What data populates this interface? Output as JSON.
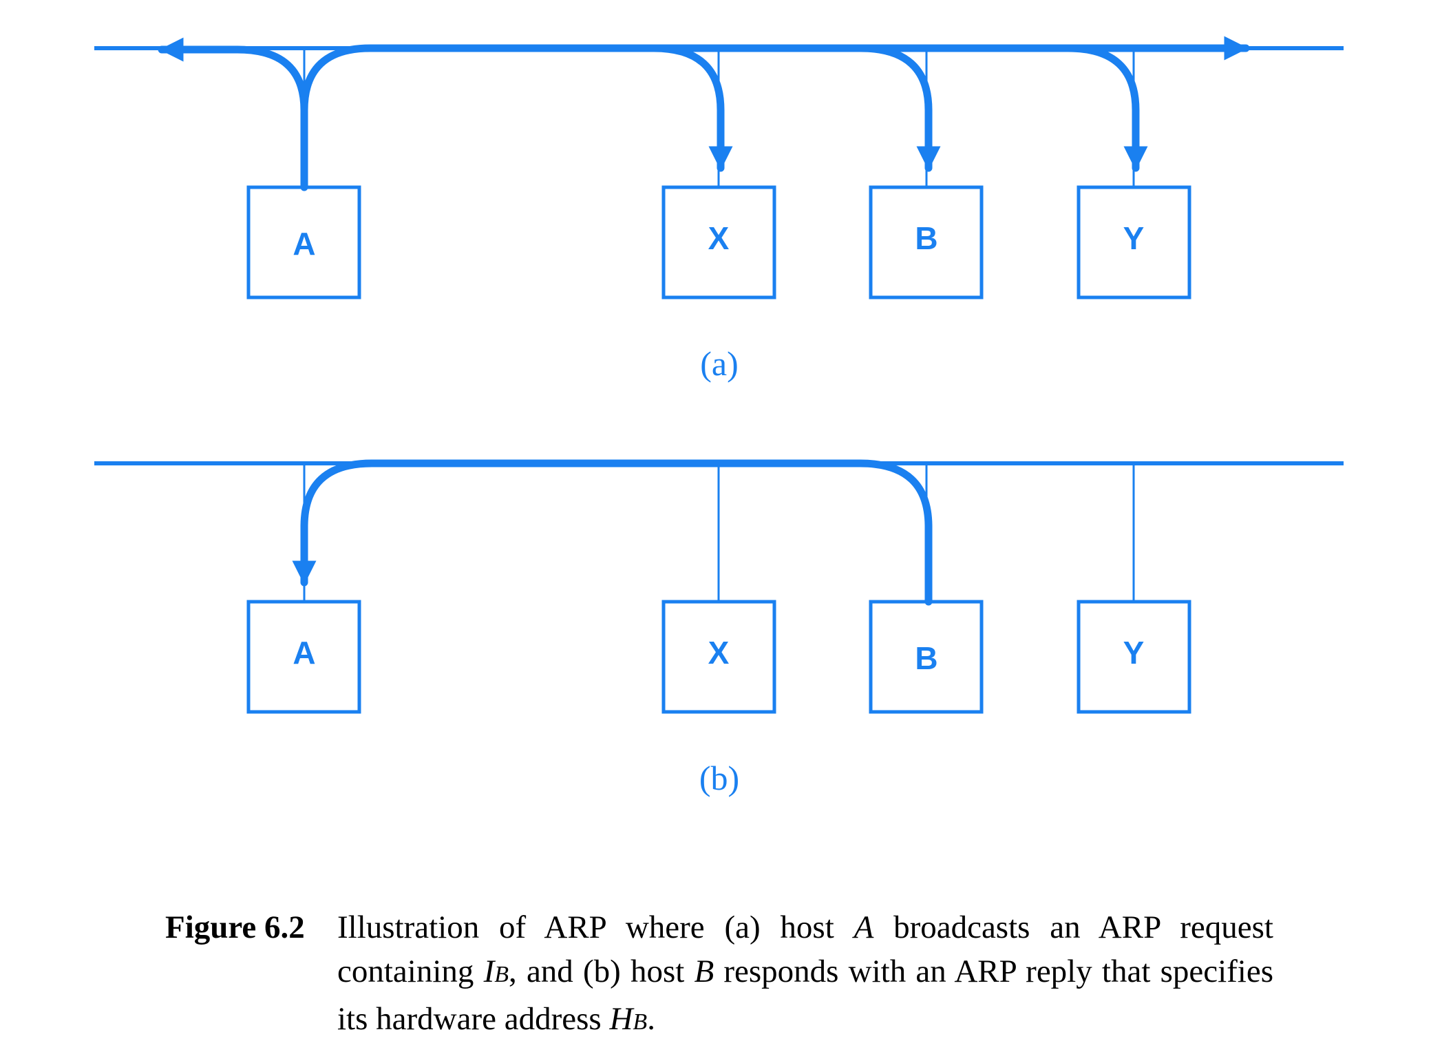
{
  "colors": {
    "diagram": "#1a80f0",
    "caption_text": "#000000"
  },
  "panels": [
    {
      "label": "(a)",
      "nodes": [
        {
          "id": "A",
          "label": "A"
        },
        {
          "id": "X",
          "label": "X"
        },
        {
          "id": "B",
          "label": "B"
        },
        {
          "id": "Y",
          "label": "Y"
        }
      ],
      "flow": {
        "kind": "broadcast",
        "from": "A",
        "to": [
          "X",
          "B",
          "Y"
        ]
      }
    },
    {
      "label": "(b)",
      "nodes": [
        {
          "id": "A",
          "label": "A"
        },
        {
          "id": "X",
          "label": "X"
        },
        {
          "id": "B",
          "label": "B"
        },
        {
          "id": "Y",
          "label": "Y"
        }
      ],
      "flow": {
        "kind": "unicast",
        "from": "B",
        "to": [
          "A"
        ]
      }
    }
  ],
  "caption": {
    "label": "Figure 6.2",
    "part1": "Illustration of ARP where (a) host ",
    "host_a": "A",
    "part2": " broadcasts an ARP request containing ",
    "ib_main": "I",
    "ib_sub": "B",
    "part3": ", and (b) host ",
    "host_b": "B",
    "part4": " responds with an ARP reply that specifies its hardware address ",
    "hb_main": "H",
    "hb_sub": "B",
    "part5": "."
  }
}
